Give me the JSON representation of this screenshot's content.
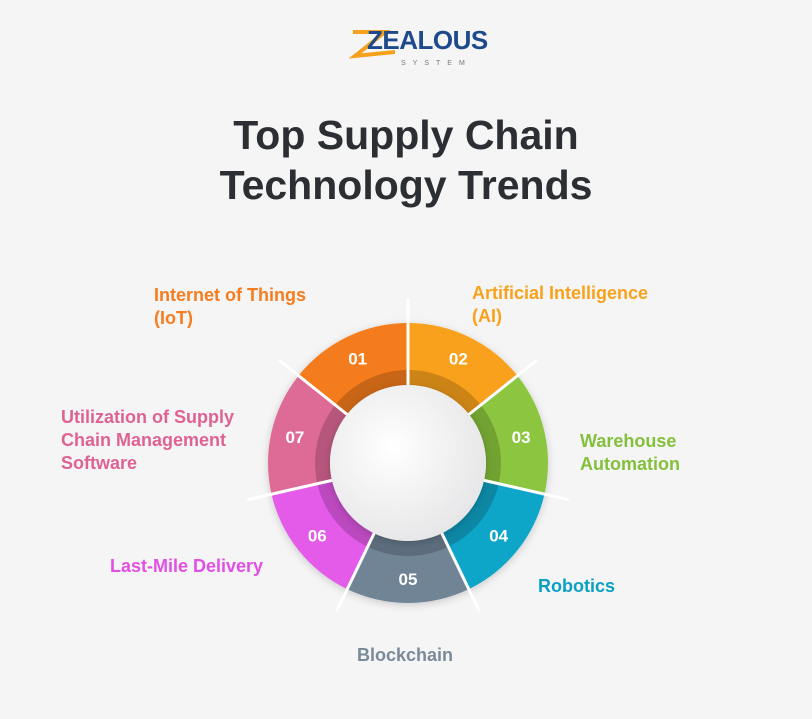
{
  "logo": {
    "name": "ZEALOUS",
    "sub": "SYSTEM"
  },
  "title": {
    "line1": "Top Supply Chain",
    "line2": "Technology Trends"
  },
  "center_color": "#f2f2f3",
  "trends": [
    {
      "num": "01",
      "label_lines": [
        "Internet of Things",
        "(IoT)"
      ],
      "color": "#f57c1f",
      "text_color": "#f57c1f"
    },
    {
      "num": "02",
      "label_lines": [
        "Artificial Intelligence",
        "(AI)"
      ],
      "color": "#f9a11b",
      "text_color": "#f8a21c"
    },
    {
      "num": "03",
      "label_lines": [
        "Warehouse",
        "Automation"
      ],
      "color": "#8cc63f",
      "text_color": "#84c03b"
    },
    {
      "num": "04",
      "label_lines": [
        "Robotics"
      ],
      "color": "#0aa5c8",
      "text_color": "#0aa0c4"
    },
    {
      "num": "05",
      "label_lines": [
        "Blockchain"
      ],
      "color": "#718496",
      "text_color": "#7b8a99"
    },
    {
      "num": "06",
      "label_lines": [
        "Last-Mile Delivery"
      ],
      "color": "#e45ae9",
      "text_color": "#e24fe6"
    },
    {
      "num": "07",
      "label_lines": [
        "Utilization of Supply",
        "Chain Management",
        "Software"
      ],
      "color": "#de6a96",
      "text_color": "#de6393"
    }
  ]
}
